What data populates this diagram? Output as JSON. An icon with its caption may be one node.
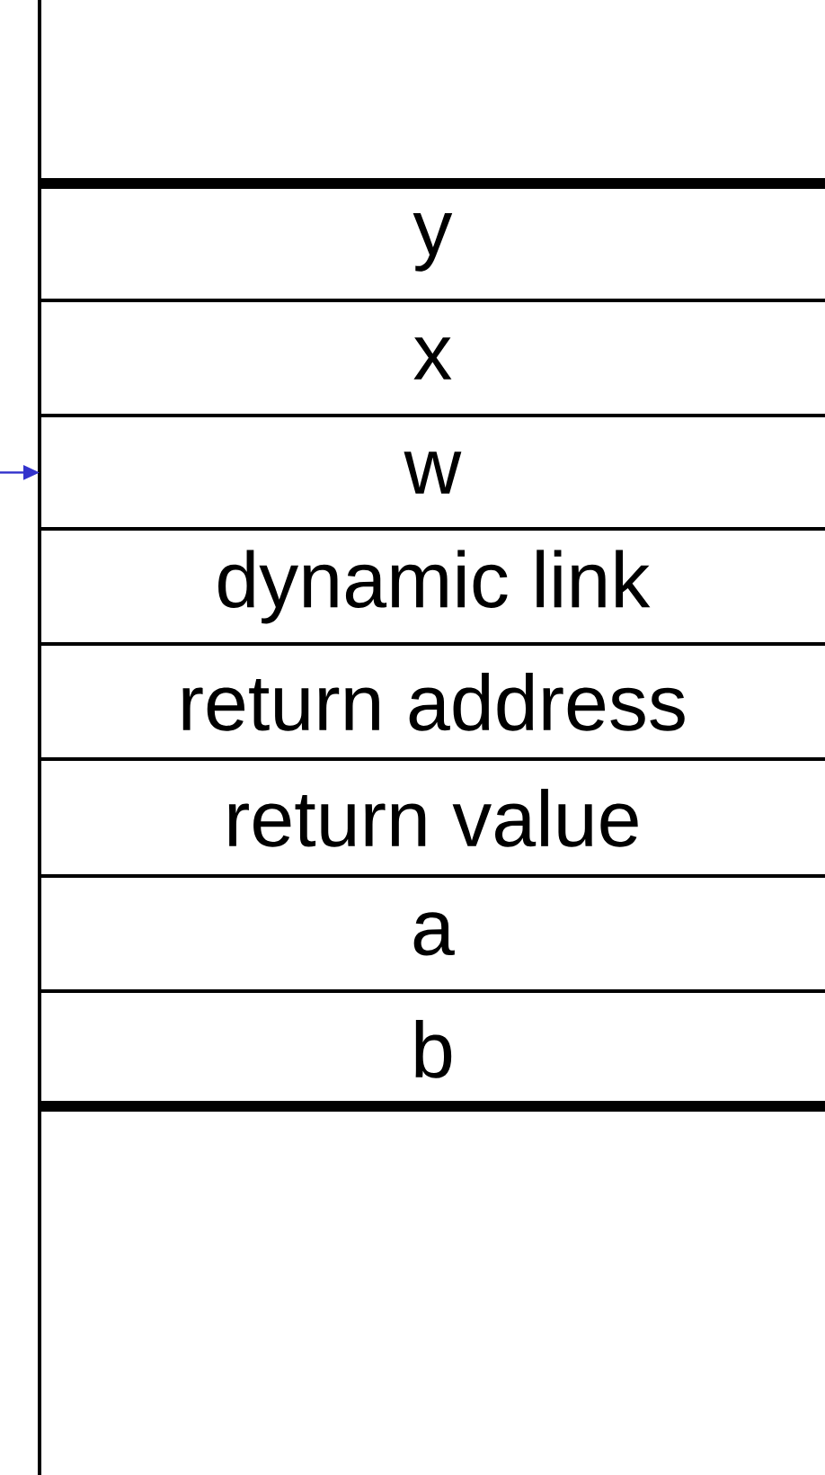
{
  "diagram": {
    "nodes": [
      {
        "text": [
          "y"
        ]
      },
      {
        "text": [
          "x"
        ]
      },
      {
        "text": [
          "w"
        ]
      },
      {
        "text": [
          "dynamic link"
        ]
      },
      {
        "text": [
          "return address"
        ]
      },
      {
        "text": [
          "return value"
        ]
      },
      {
        "text": [
          "a"
        ]
      },
      {
        "text": [
          "b"
        ]
      }
    ],
    "edges": [
      {
        "from": null,
        "to": 2,
        "arrow": "to",
        "color": "#3333cc"
      }
    ]
  }
}
